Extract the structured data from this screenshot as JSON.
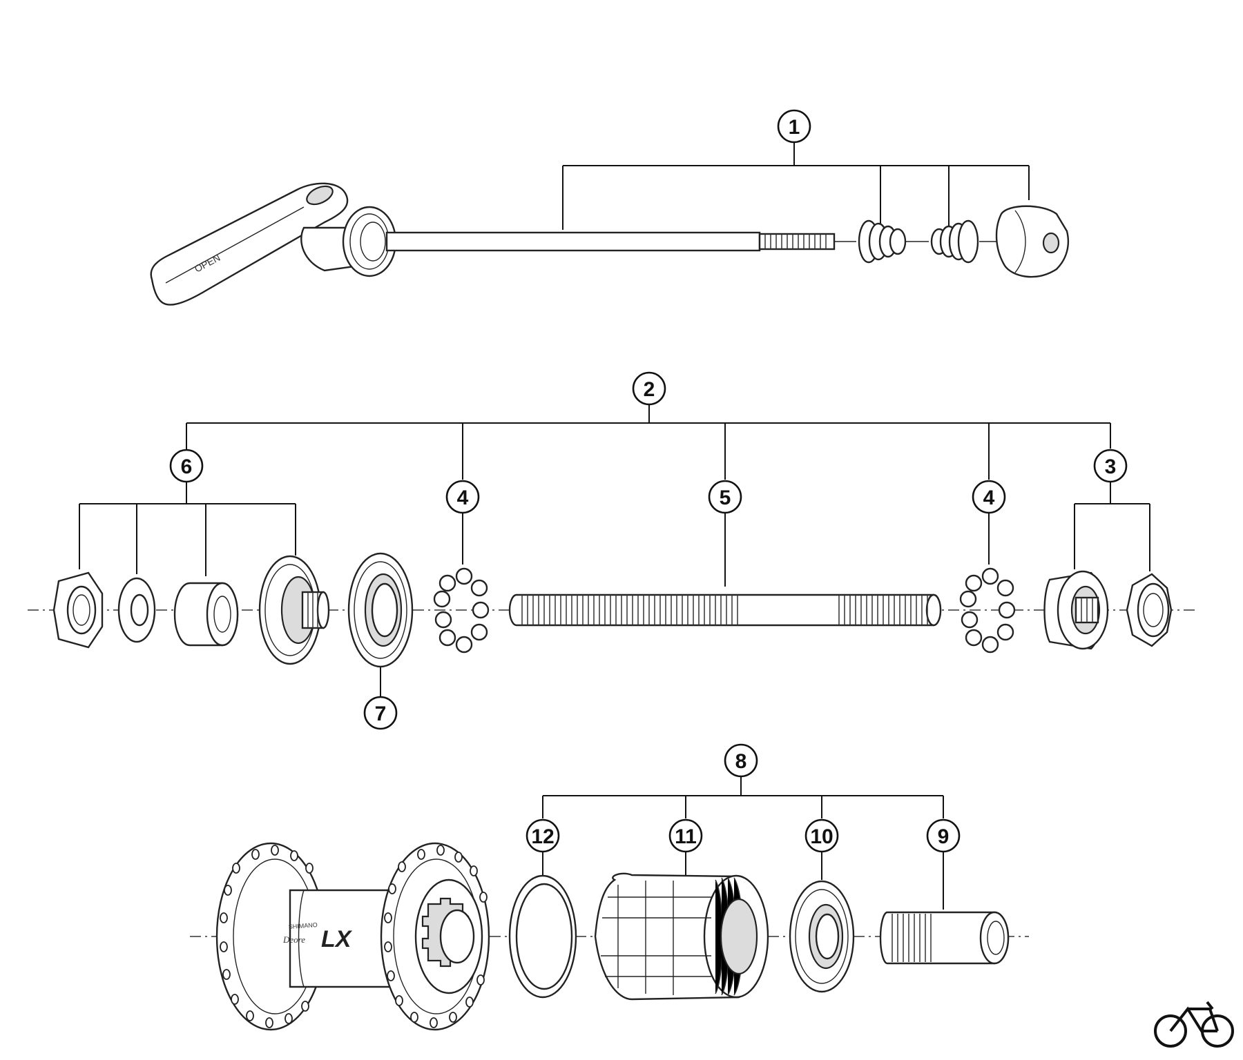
{
  "callouts": {
    "c1": "1",
    "c2": "2",
    "c3": "3",
    "c4a": "4",
    "c4b": "4",
    "c5": "5",
    "c6": "6",
    "c7": "7",
    "c8": "8",
    "c9": "9",
    "c10": "10",
    "c11": "11",
    "c12": "12"
  },
  "hub_logo": {
    "brand": "SHIMANO",
    "series": "Deore",
    "model": "LX"
  },
  "lever_text": "OPEN",
  "colors": {
    "ink": "#111111",
    "paper": "#ffffff",
    "shade": "#dcdcdc"
  }
}
